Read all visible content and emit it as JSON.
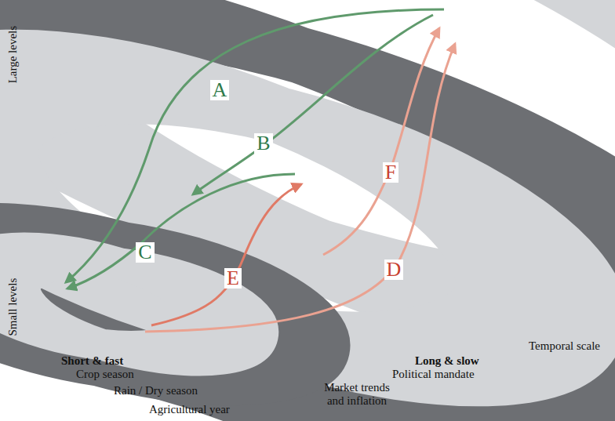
{
  "diagram": {
    "labels": [
      "Large levels",
      "Small levels",
      "Temporal scale",
      "Short & fast",
      "Crop season",
      "Rain / Dry season",
      "Agricultural year",
      "Long & slow",
      "Political mandate",
      "Market trends and inflation",
      "A",
      "B",
      "C",
      "D",
      "E",
      "F"
    ]
  }
}
